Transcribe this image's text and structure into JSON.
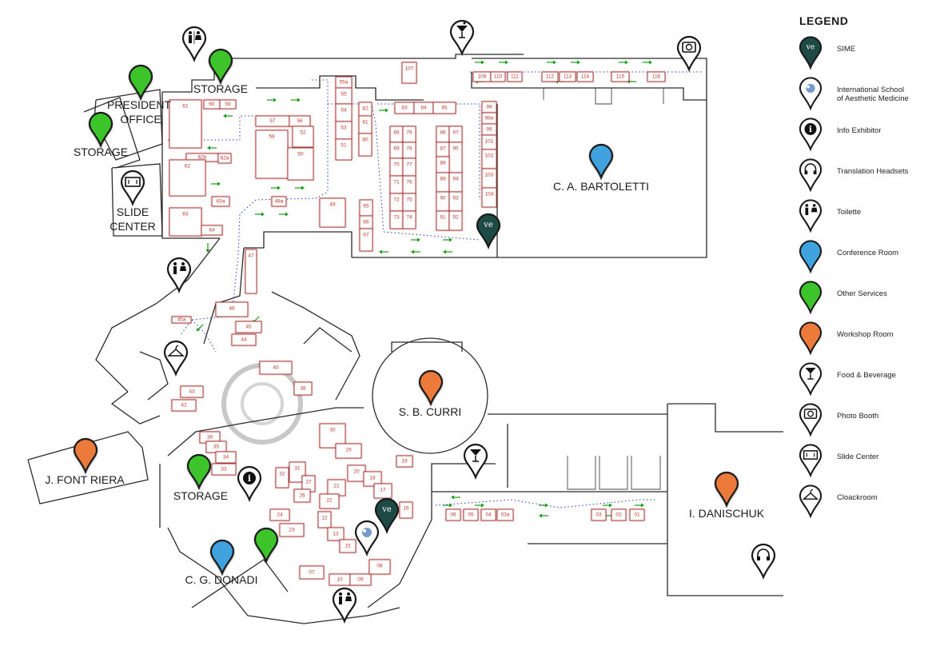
{
  "legend": {
    "title": "LEGEND",
    "items": [
      {
        "icon": "sime-logo-icon",
        "label": "SIME",
        "color": "#1e4a45"
      },
      {
        "icon": "aesthetic-school-logo-icon",
        "label": "International School\nof Aesthetic Medicine",
        "color": "#ffffff"
      },
      {
        "icon": "info-icon",
        "label": "Info Exhibitor",
        "color": "#ffffff"
      },
      {
        "icon": "headset-icon",
        "label": "Translation Headsets",
        "color": "#ffffff"
      },
      {
        "icon": "toilet-icon",
        "label": "Toilette",
        "color": "#ffffff"
      },
      {
        "icon": "conference-pin-icon",
        "label": "Conference Room",
        "color": "#3fa3de"
      },
      {
        "icon": "services-pin-icon",
        "label": "Other Services",
        "color": "#3cc42a"
      },
      {
        "icon": "workshop-pin-icon",
        "label": "Workshop Room",
        "color": "#ec7a3a"
      },
      {
        "icon": "cocktail-icon",
        "label": "Food & Beverage",
        "color": "#ffffff"
      },
      {
        "icon": "camera-icon",
        "label": "Photo Booth",
        "color": "#ffffff"
      },
      {
        "icon": "slide-center-icon",
        "label": "Slide Center",
        "color": "#ffffff"
      },
      {
        "icon": "hanger-icon",
        "label": "Cloackroom",
        "color": "#ffffff"
      }
    ]
  },
  "rooms": {
    "president_office_line1": "PRESIDENT",
    "president_office_line2": "OFFICE",
    "storage_top": "STORAGE",
    "storage_left": "STORAGE",
    "slide_center_line1": "SLIDE",
    "slide_center_line2": "CENTER",
    "bartoletti": "C. A. BARTOLETTI",
    "curri": "S. B. CURRI",
    "font_riera": "J. FONT RIERA",
    "storage_bottom": "STORAGE",
    "donadi": "C. G. DONADI",
    "danischuk": "I. DANISCHUK"
  },
  "booths": {
    "b107": "107",
    "b55a": "55a",
    "b55": "55",
    "b54": "54",
    "b53": "53",
    "b51": "51",
    "b82": "82",
    "b81": "81",
    "b80": "80",
    "b83": "83",
    "b84": "84",
    "b85": "85",
    "b109": "109",
    "b110": "110",
    "b111": "111",
    "b112": "112",
    "b113": "113",
    "b114": "114",
    "b115": "115",
    "b116": "116",
    "b98": "98",
    "b98a": "98a",
    "b99": "99",
    "b101": "101",
    "b102": "102",
    "b103": "103",
    "b104": "104",
    "b60": "60",
    "b59": "59",
    "b61": "61",
    "b57": "57",
    "b56": "56",
    "b52": "52",
    "b58": "58",
    "b50": "50",
    "b62b": "62b",
    "b62a": "62a",
    "b62": "62",
    "b63a": "63a",
    "b48a": "48a",
    "b63": "63",
    "b64": "64",
    "b49": "49",
    "b68": "68",
    "b79": "79",
    "b69": "69",
    "b78": "78",
    "b70": "70",
    "b77": "77",
    "b71": "71",
    "b76": "76",
    "b72": "72",
    "b75": "75",
    "b73": "73",
    "b74": "74",
    "b86": "86",
    "b97": "97",
    "b87": "87",
    "b95": "95",
    "b88": "88",
    "b89": "89",
    "b94": "94",
    "b90": "90",
    "b93": "93",
    "b91": "91",
    "b92": "92",
    "b65": "65",
    "b66": "66",
    "b67": "67",
    "b47": "47",
    "b46": "46",
    "b45": "45",
    "b44": "44",
    "b45a": "45a",
    "b40": "40",
    "b38": "38",
    "b43": "43",
    "b42": "42",
    "b30": "30",
    "b29": "29",
    "b36": "36",
    "b35": "35",
    "b34": "34",
    "b33": "33",
    "b32": "32",
    "b31": "31",
    "b27": "27",
    "b26": "26",
    "b20": "20",
    "b18": "18",
    "b21": "21",
    "b17": "17",
    "b22": "22",
    "b19": "19",
    "b16": "16",
    "b12": "12",
    "b13": "13",
    "b15": "15",
    "b24": "24",
    "b23": "23",
    "b07": "07",
    "b10": "10",
    "b09": "09",
    "b08": "08",
    "b06": "06",
    "b05": "05",
    "b04": "04",
    "b03a": "03a",
    "b03": "03",
    "b02": "02",
    "b01": "01"
  }
}
